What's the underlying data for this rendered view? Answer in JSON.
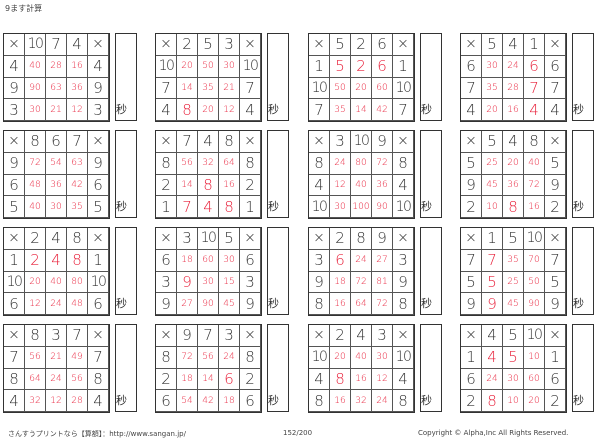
{
  "header": {
    "title": "9ます計算"
  },
  "op_symbol": "×",
  "seconds_label": "秒",
  "blocks": [
    {
      "top": [
        "10",
        "7",
        "4"
      ],
      "left": [
        "4",
        "9",
        "3"
      ],
      "products": [
        [
          "40",
          "28",
          "16"
        ],
        [
          "90",
          "63",
          "36"
        ],
        [
          "30",
          "21",
          "12"
        ]
      ]
    },
    {
      "top": [
        "2",
        "5",
        "3"
      ],
      "left": [
        "10",
        "7",
        "4"
      ],
      "products": [
        [
          "20",
          "50",
          "30"
        ],
        [
          "14",
          "35",
          "21"
        ],
        [
          "8",
          "20",
          "12"
        ]
      ]
    },
    {
      "top": [
        "5",
        "2",
        "6"
      ],
      "left": [
        "1",
        "10",
        "7"
      ],
      "products": [
        [
          "5",
          "2",
          "6"
        ],
        [
          "50",
          "20",
          "60"
        ],
        [
          "35",
          "14",
          "42"
        ]
      ]
    },
    {
      "top": [
        "5",
        "4",
        "1"
      ],
      "left": [
        "6",
        "7",
        "4"
      ],
      "products": [
        [
          "30",
          "24",
          "6"
        ],
        [
          "35",
          "28",
          "7"
        ],
        [
          "20",
          "16",
          "4"
        ]
      ]
    },
    {
      "top": [
        "8",
        "6",
        "7"
      ],
      "left": [
        "9",
        "6",
        "5"
      ],
      "products": [
        [
          "72",
          "54",
          "63"
        ],
        [
          "48",
          "36",
          "42"
        ],
        [
          "40",
          "30",
          "35"
        ]
      ]
    },
    {
      "top": [
        "7",
        "4",
        "8"
      ],
      "left": [
        "8",
        "2",
        "1"
      ],
      "products": [
        [
          "56",
          "32",
          "64"
        ],
        [
          "14",
          "8",
          "16"
        ],
        [
          "7",
          "4",
          "8"
        ]
      ]
    },
    {
      "top": [
        "3",
        "10",
        "9"
      ],
      "left": [
        "8",
        "4",
        "10"
      ],
      "products": [
        [
          "24",
          "80",
          "72"
        ],
        [
          "12",
          "40",
          "36"
        ],
        [
          "30",
          "100",
          "90"
        ]
      ]
    },
    {
      "top": [
        "5",
        "4",
        "8"
      ],
      "left": [
        "5",
        "9",
        "2"
      ],
      "products": [
        [
          "25",
          "20",
          "40"
        ],
        [
          "45",
          "36",
          "72"
        ],
        [
          "10",
          "8",
          "16"
        ]
      ]
    },
    {
      "top": [
        "2",
        "4",
        "8"
      ],
      "left": [
        "1",
        "10",
        "6"
      ],
      "products": [
        [
          "2",
          "4",
          "8"
        ],
        [
          "20",
          "40",
          "80"
        ],
        [
          "12",
          "24",
          "48"
        ]
      ]
    },
    {
      "top": [
        "3",
        "10",
        "5"
      ],
      "left": [
        "6",
        "3",
        "9"
      ],
      "products": [
        [
          "18",
          "60",
          "30"
        ],
        [
          "9",
          "30",
          "15"
        ],
        [
          "27",
          "90",
          "45"
        ]
      ]
    },
    {
      "top": [
        "2",
        "8",
        "9"
      ],
      "left": [
        "3",
        "9",
        "8"
      ],
      "products": [
        [
          "6",
          "24",
          "27"
        ],
        [
          "18",
          "72",
          "81"
        ],
        [
          "16",
          "64",
          "72"
        ]
      ]
    },
    {
      "top": [
        "1",
        "5",
        "10"
      ],
      "left": [
        "7",
        "5",
        "9"
      ],
      "products": [
        [
          "7",
          "35",
          "70"
        ],
        [
          "5",
          "25",
          "50"
        ],
        [
          "9",
          "45",
          "90"
        ]
      ]
    },
    {
      "top": [
        "8",
        "3",
        "7"
      ],
      "left": [
        "7",
        "8",
        "4"
      ],
      "products": [
        [
          "56",
          "21",
          "49"
        ],
        [
          "64",
          "24",
          "56"
        ],
        [
          "32",
          "12",
          "28"
        ]
      ]
    },
    {
      "top": [
        "9",
        "7",
        "3"
      ],
      "left": [
        "8",
        "2",
        "6"
      ],
      "products": [
        [
          "72",
          "56",
          "24"
        ],
        [
          "18",
          "14",
          "6"
        ],
        [
          "54",
          "42",
          "18"
        ]
      ]
    },
    {
      "top": [
        "2",
        "4",
        "3"
      ],
      "left": [
        "10",
        "4",
        "8"
      ],
      "products": [
        [
          "20",
          "40",
          "30"
        ],
        [
          "8",
          "16",
          "12"
        ],
        [
          "16",
          "32",
          "24"
        ]
      ]
    },
    {
      "top": [
        "4",
        "5",
        "10"
      ],
      "left": [
        "1",
        "6",
        "2"
      ],
      "products": [
        [
          "4",
          "5",
          "10"
        ],
        [
          "24",
          "30",
          "60"
        ],
        [
          "8",
          "10",
          "20"
        ]
      ]
    }
  ],
  "footer": {
    "site": "さんすうプリントなら【算額】：http://www.sangan.jp/",
    "page": "152/200",
    "copyright": "Copyright © Alpha,Inc All Rights Reserved."
  }
}
